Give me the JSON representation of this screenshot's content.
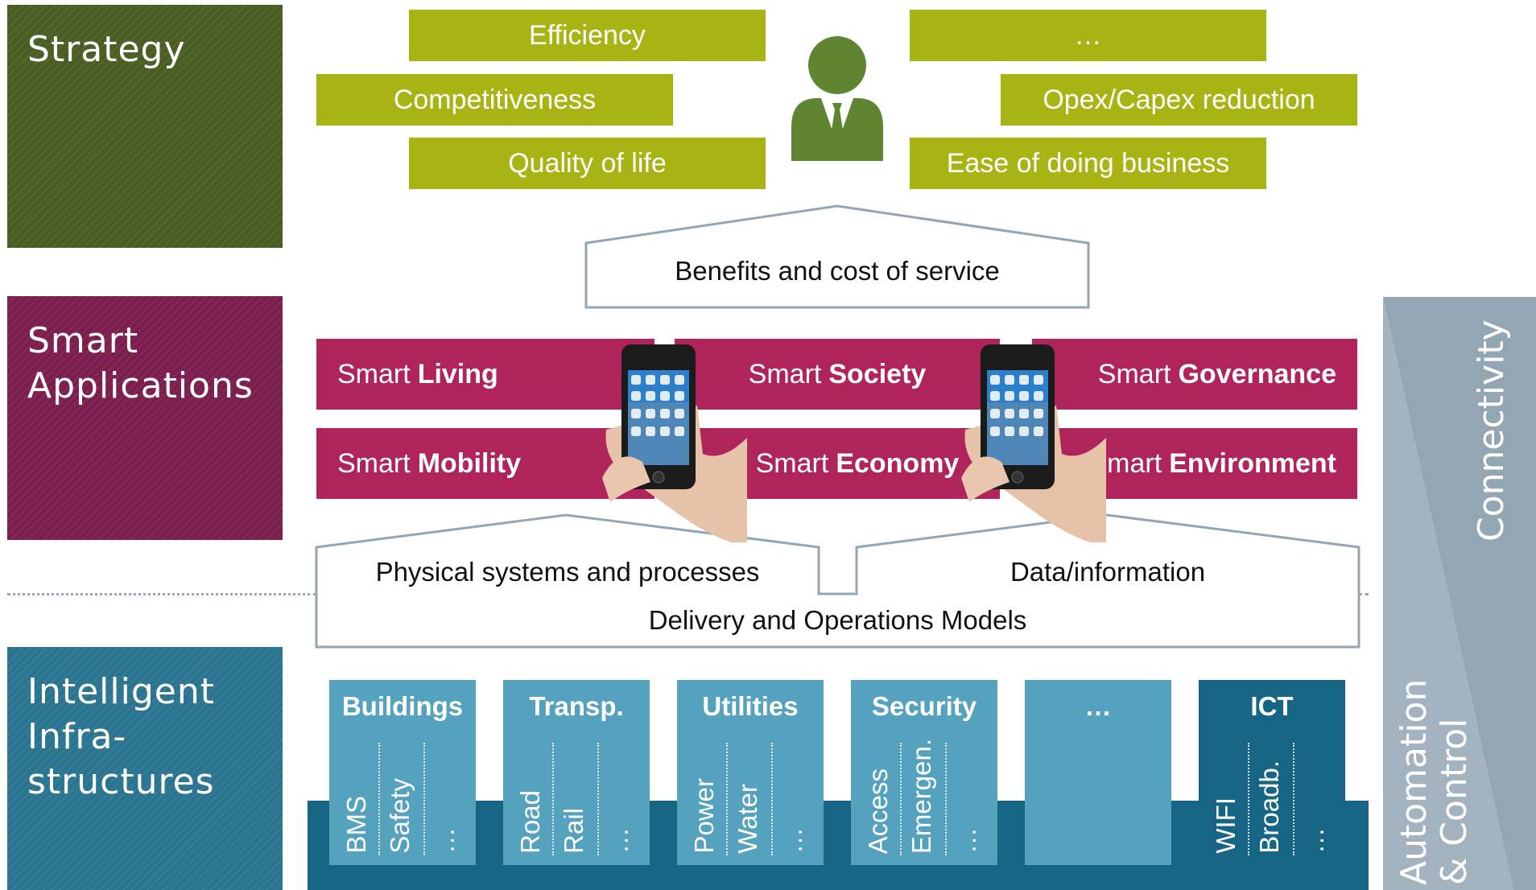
{
  "layers": {
    "strategy": [
      "Strategy"
    ],
    "applications": [
      "Smart",
      "Applications"
    ],
    "infrastructures": [
      "Intelligent",
      "Infra-",
      "structures"
    ]
  },
  "goals": {
    "efficiency": "Efficiency",
    "competitiveness": "Competitiveness",
    "quality_of_life": "Quality of life",
    "ellipsis": "…",
    "opex_capex": "Opex/Capex reduction",
    "ease_business": "Ease of doing business"
  },
  "benefits": "Benefits and cost of service",
  "apps": [
    {
      "prefix": "Smart",
      "bold": "Living"
    },
    {
      "prefix": "Smart",
      "bold": "Society"
    },
    {
      "prefix": "Smart",
      "bold": "Governance"
    },
    {
      "prefix": "Smart",
      "bold": "Mobility"
    },
    {
      "prefix": "Smart",
      "bold": "Economy"
    },
    {
      "prefix": "Smart",
      "bold": "Environment"
    }
  ],
  "delivery": {
    "physical": "Physical systems and processes",
    "data": "Data/information",
    "models": "Delivery and Operations Models"
  },
  "infra": [
    {
      "title": "Buildings",
      "subs": [
        "BMS",
        "Safety",
        "…"
      ]
    },
    {
      "title": "Transp.",
      "subs": [
        "Road",
        "Rail",
        "…"
      ]
    },
    {
      "title": "Utilities",
      "subs": [
        "Power",
        "Water",
        "…"
      ]
    },
    {
      "title": "Security",
      "subs": [
        "Access",
        "Emergen.",
        "…"
      ]
    },
    {
      "title": "…",
      "subs": []
    },
    {
      "title": "ICT",
      "subs": [
        "WIFI",
        "Broadb.",
        "…"
      ]
    }
  ],
  "side": {
    "connectivity": "Connectivity",
    "automation": [
      "Automation",
      "& Control"
    ]
  },
  "colors": {
    "strategy": "#4a5e24",
    "applications": "#7c1f4e",
    "infrastructures": "#2b7591",
    "goal": "#a8b414",
    "app": "#b0245c",
    "infra_light": "#55a2bf",
    "infra_dark": "#176584",
    "side_panel": "#93a6b3"
  },
  "icons": [
    "person-icon",
    "smartphone-icon"
  ]
}
